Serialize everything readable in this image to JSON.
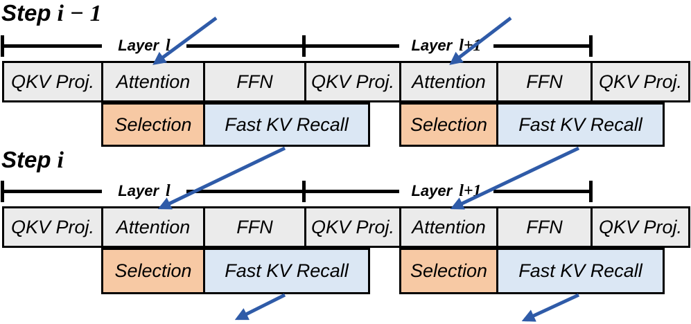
{
  "colors": {
    "block_fill": "#EBEBEB",
    "selection_fill": "#F7C9A4",
    "recall_fill": "#DBE7F4",
    "arrow": "#2F5BA8",
    "border": "#000000"
  },
  "steps": [
    {
      "title_prefix": "Step",
      "title_math": "i − 1",
      "layers": [
        {
          "prefix": "Layer",
          "math": "l"
        },
        {
          "prefix": "Layer",
          "math": "l+1"
        }
      ],
      "blocks": [
        "QKV Proj.",
        "Attention",
        "FFN",
        "QKV Proj.",
        "Attention",
        "FFN",
        "QKV Proj."
      ],
      "sub_blocks": [
        {
          "selection": "Selection",
          "recall": "Fast KV Recall"
        },
        {
          "selection": "Selection",
          "recall": "Fast KV Recall"
        }
      ]
    },
    {
      "title_prefix": "Step",
      "title_math": "i",
      "layers": [
        {
          "prefix": "Layer",
          "math": "l"
        },
        {
          "prefix": "Layer",
          "math": "l+1"
        }
      ],
      "blocks": [
        "QKV Proj.",
        "Attention",
        "FFN",
        "QKV Proj.",
        "Attention",
        "FFN",
        "QKV Proj."
      ],
      "sub_blocks": [
        {
          "selection": "Selection",
          "recall": "Fast KV Recall"
        },
        {
          "selection": "Selection",
          "recall": "Fast KV Recall"
        }
      ]
    }
  ]
}
